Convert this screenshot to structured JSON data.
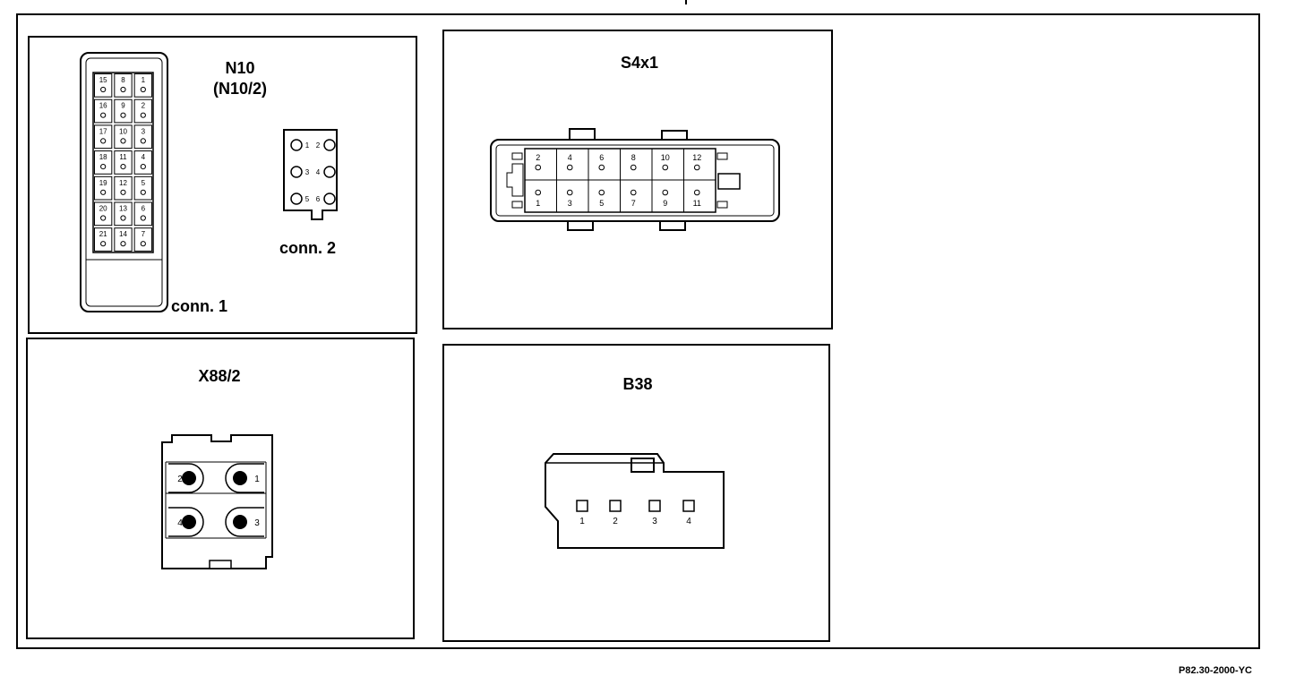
{
  "panels": {
    "n10": {
      "title": "N10",
      "subtitle": "(N10/2)",
      "conn1_label": "conn. 1",
      "conn2_label": "conn. 2",
      "conn1_rows": [
        [
          "15",
          "8",
          "1"
        ],
        [
          "16",
          "9",
          "2"
        ],
        [
          "17",
          "10",
          "3"
        ],
        [
          "18",
          "11",
          "4"
        ],
        [
          "19",
          "12",
          "5"
        ],
        [
          "20",
          "13",
          "6"
        ],
        [
          "21",
          "14",
          "7"
        ]
      ],
      "conn2_rows": [
        [
          "1",
          "2"
        ],
        [
          "3",
          "4"
        ],
        [
          "5",
          "6"
        ]
      ]
    },
    "s4x1": {
      "title": "S4x1",
      "top_pins": [
        "2",
        "4",
        "6",
        "8",
        "10",
        "12"
      ],
      "bottom_pins": [
        "1",
        "3",
        "5",
        "7",
        "9",
        "11"
      ]
    },
    "x88": {
      "title": "X88/2",
      "pins": [
        "2",
        "1",
        "4",
        "3"
      ]
    },
    "b38": {
      "title": "B38",
      "pins": [
        "1",
        "2",
        "3",
        "4"
      ]
    }
  },
  "figure_code": "P82.30-2000-YC"
}
